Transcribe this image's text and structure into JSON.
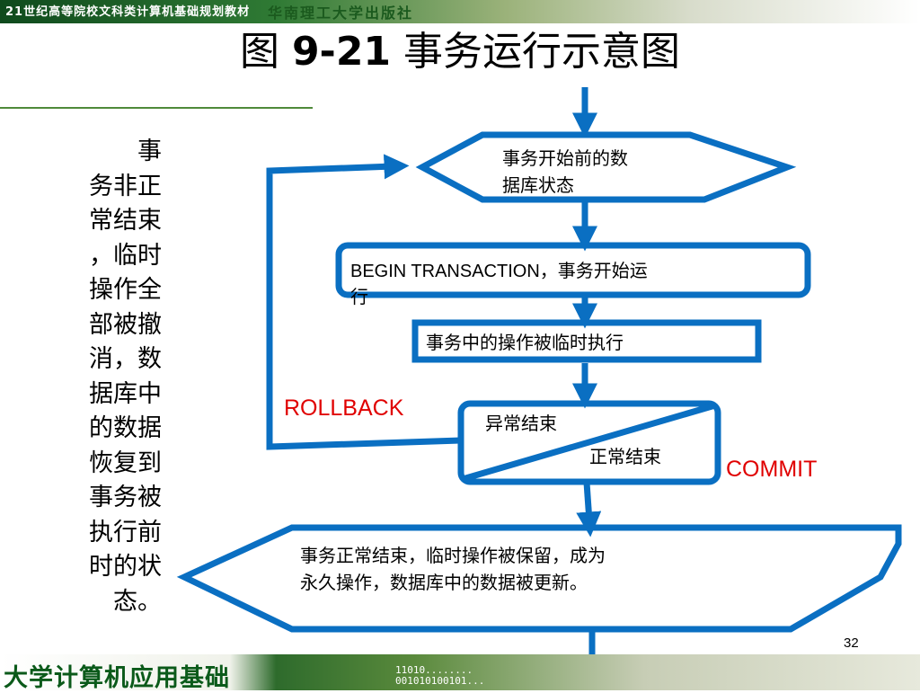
{
  "header": {
    "series_label": "21世纪高等院校文科类计算机基础规划教材",
    "publisher": "华南理工大学出版社"
  },
  "title": {
    "prefix": "图 ",
    "number": "9-21",
    "text": " 事务运行示意图"
  },
  "sidenote_lines": [
    "事",
    "务非正",
    "常结束",
    "，临时",
    "操作全",
    "部被撤",
    "消，数",
    "据库中",
    "的数据",
    "恢复到",
    "事务被",
    "执行前",
    "时的状",
    "态。"
  ],
  "flow": {
    "start_state_lines": [
      "事务开始前的数",
      "据库状态"
    ],
    "begin_lines": [
      "BEGIN  TRANSACTION，事务开始运",
      "行"
    ],
    "execute": "事务中的操作被临时执行",
    "abnormal_end": "异常结束",
    "normal_end": "正常结束",
    "rollback": "ROLLBACK",
    "commit": "COMMIT",
    "final_state_lines": [
      "事务正常结束，临时操作被保留，成为",
      "永久操作，数据库中的数据被更新。"
    ]
  },
  "footer": {
    "course": "大学计算机应用基础",
    "page_number": "32",
    "binary_lines": [
      "11010........",
      "001010100101..."
    ]
  },
  "colors": {
    "flow_blue": "#0a6fc2",
    "accent_red": "#e00000",
    "banner_green": "#2f7a34"
  }
}
